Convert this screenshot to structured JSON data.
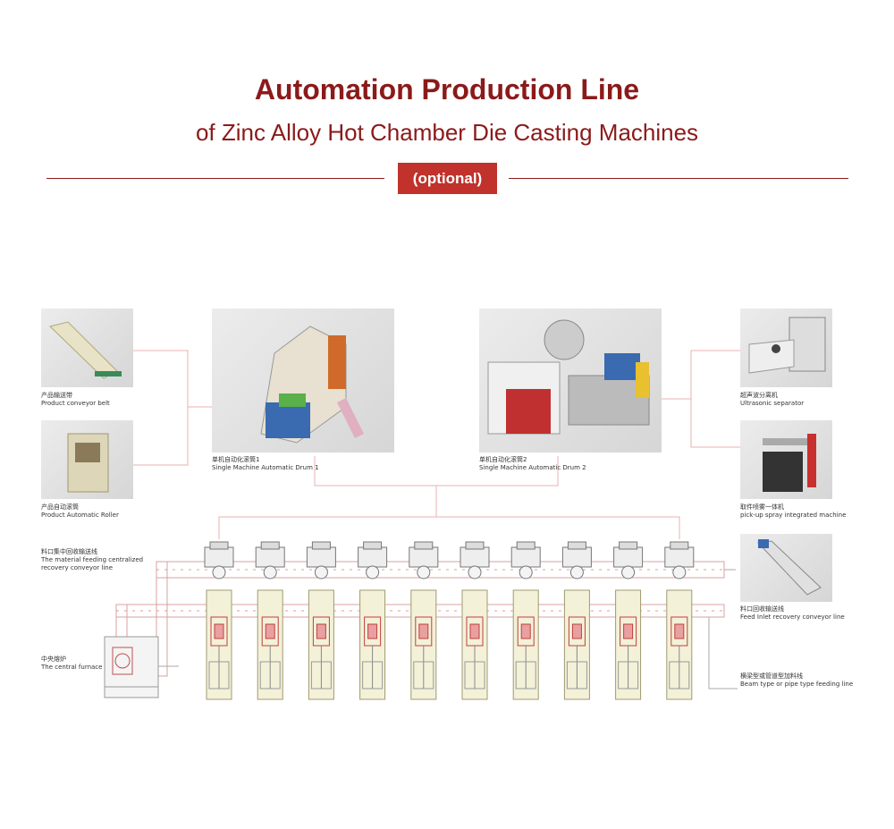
{
  "header": {
    "title": "Automation Production Line",
    "subtitle": "of Zinc Alloy Hot Chamber Die Casting Machines",
    "badge": "(optional)"
  },
  "colors": {
    "title": "#8b1a1a",
    "badge": "#c0322b",
    "connector": "#e8b0b0"
  },
  "equipment": [
    {
      "id": "product-conveyor-belt",
      "cn": "产品输送带",
      "en": "Product conveyor belt"
    },
    {
      "id": "product-automatic-roller",
      "cn": "产品自动滚筒",
      "en": "Product Automatic Roller"
    },
    {
      "id": "single-machine-automatic-drum-1",
      "cn": "单机自动化滚筒1",
      "en": "Single Machine Automatic Drum 1"
    },
    {
      "id": "single-machine-automatic-drum-2",
      "cn": "单机自动化滚筒2",
      "en": "Single Machine Automatic Drum 2"
    },
    {
      "id": "ultrasonic-separator",
      "cn": "超声波分离机",
      "en": "Ultrasonic separator"
    },
    {
      "id": "pick-up-spray-integrated-machine",
      "cn": "取件喷雾一体机",
      "en": "pick-up spray integrated machine"
    },
    {
      "id": "feed-inlet-recovery-conveyor-line",
      "cn": "料口回收输送线",
      "en": "Feed Inlet recovery conveyor line"
    }
  ],
  "labels": {
    "material_feeding": {
      "cn": "料口集中回收输送线",
      "en1": "The material feeding centralized",
      "en2": "recovery conveyor line"
    },
    "central_furnace": {
      "cn": "中央熔炉",
      "en": "The central furnace"
    },
    "feeding_line": {
      "cn": "横梁型或管道型加料线",
      "en": "Beam type or pipe type feeding line"
    }
  }
}
